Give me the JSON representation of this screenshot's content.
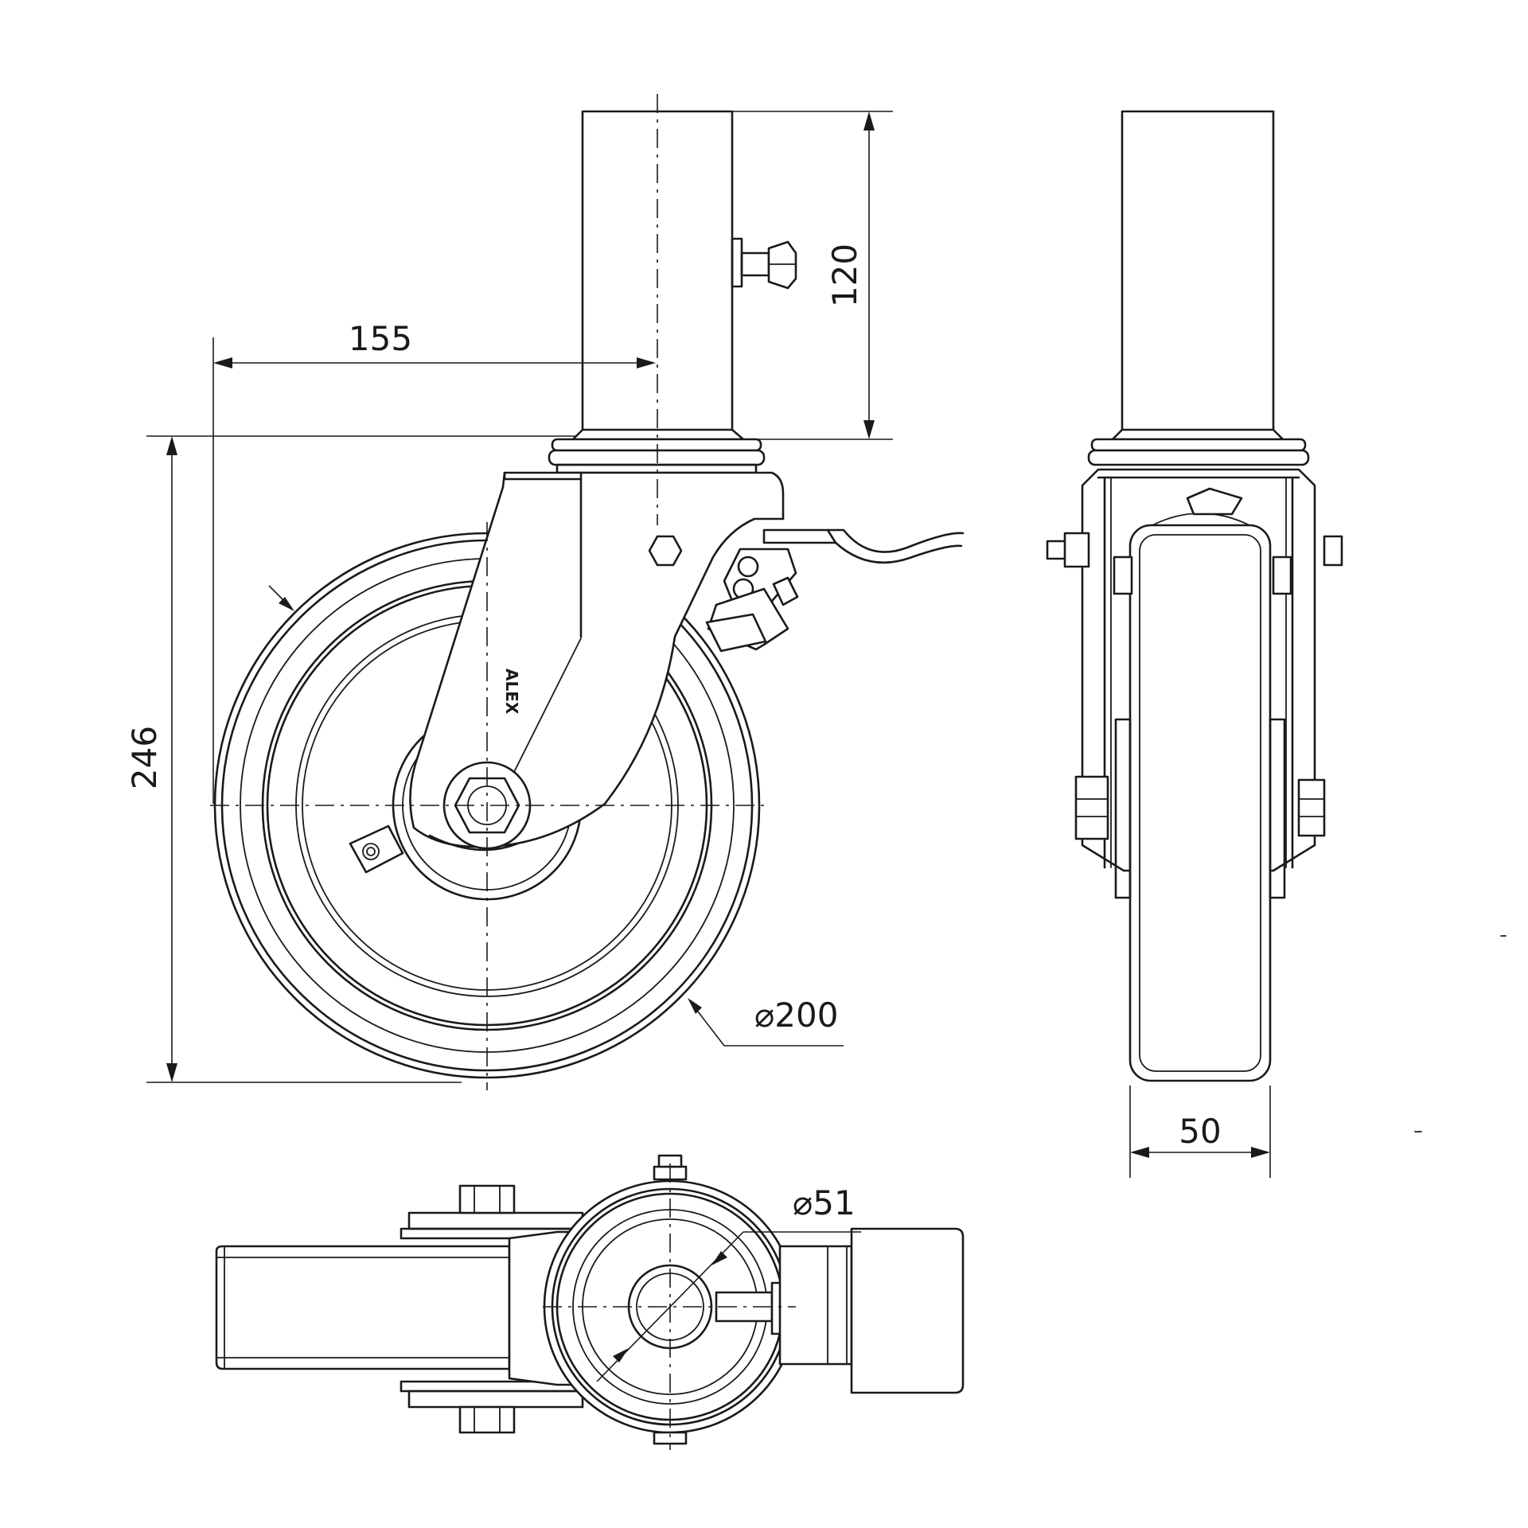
{
  "dimensions": {
    "offset": "155",
    "tube_height": "120",
    "overall_height": "246",
    "wheel_diameter": "⌀200",
    "wheel_width": "50",
    "tube_diameter": "⌀51"
  },
  "logo_text": "ALEX"
}
